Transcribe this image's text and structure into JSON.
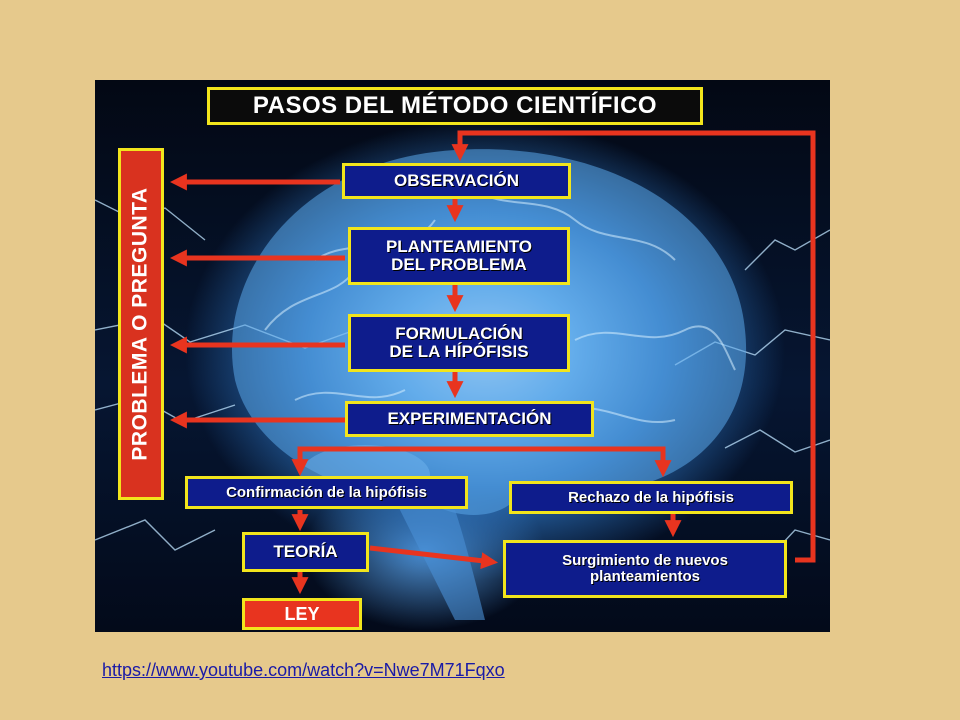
{
  "diagram": {
    "title": "PASOS DEL MÉTODO CIENTÍFICO",
    "side_label": "PROBLEMA O PREGUNTA",
    "steps": {
      "observacion": "OBSERVACIÓN",
      "planteamiento": "PLANTEAMIENTO\nDEL PROBLEMA",
      "formulacion": "FORMULACIÓN\nDE LA HÍPÓFISIS",
      "experimentacion": "EXPERIMENTACIÓN",
      "confirmacion": "Confirmación de la hipófisis",
      "rechazo": "Rechazo de la hipófisis",
      "teoria": "TEORÍA",
      "surgimiento": "Surgimiento de nuevos\nplanteamientos",
      "ley": "LEY"
    },
    "colors": {
      "box_fill": "#0e1c8c",
      "box_border": "#f2e51c",
      "arrow": "#e8341f",
      "page_background": "#e6c98c"
    }
  },
  "source": {
    "link_text": "https://www.youtube.com/watch?v=Nwe7M71Fqxo"
  }
}
